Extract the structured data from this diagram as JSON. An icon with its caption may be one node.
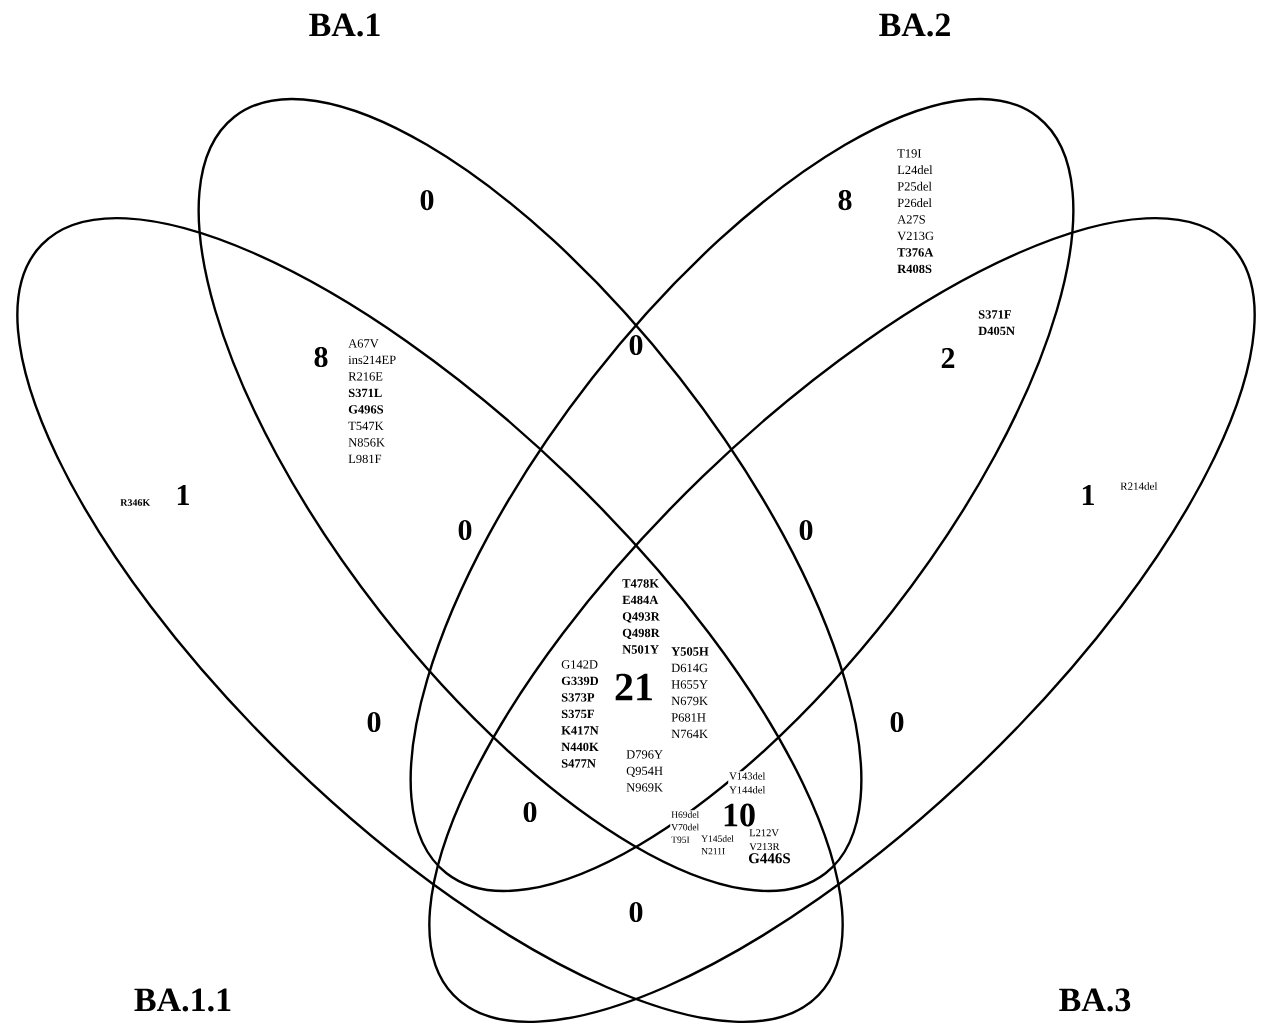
{
  "diagram": {
    "nodes": [
      {
        "text": [
          "BA.1"
        ]
      },
      {
        "text": [
          "BA.2"
        ]
      },
      {
        "text": [
          "BA.1.1"
        ]
      },
      {
        "text": [
          "BA.3"
        ]
      }
    ],
    "labels": [
      "0",
      "8",
      "T19I L24del P25del P26del A27S V213G **T376A** **R408S**",
      "8",
      "A67V ins214EP R216E **S371L** **G496S** T547K N856K L981F",
      "0",
      "S371F D405N",
      "2",
      "1",
      "R346K",
      "1",
      "R214del",
      "0",
      "0",
      "T478K E484A Q493R Q498R N501Y",
      "G142D **G339D** **S373P** **S375F** **K417N** **N440K** **S477N**",
      "21",
      "**Y505H** D614G H655Y N679K P681H N764K",
      "0",
      "0",
      "D796Y Q954H N969K",
      "V143del Y144del",
      "0",
      "10",
      "H69del V70del T95I",
      "Y145del N211I",
      "L212V V213R",
      "G446S",
      "0"
    ]
  }
}
